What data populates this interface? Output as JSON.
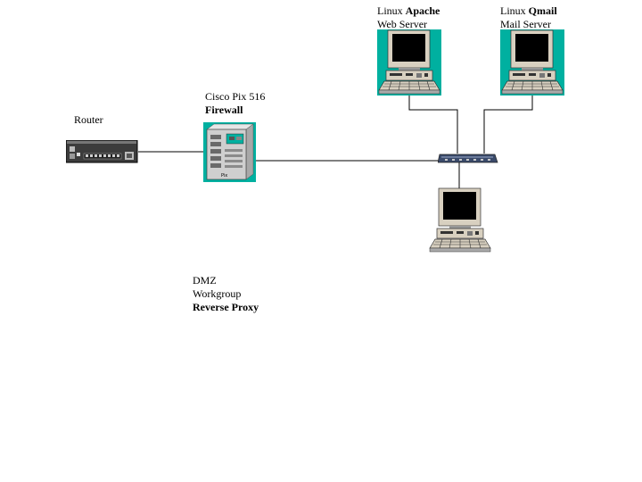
{
  "router": {
    "label": "Router"
  },
  "firewall": {
    "line1": "Cisco Pix 516",
    "line2": "Firewall",
    "badge": "Pix"
  },
  "web_server": {
    "line1_prefix": "Linux ",
    "line1_bold": "Apache",
    "line2": "Web Server"
  },
  "mail_server": {
    "line1_prefix": "Linux ",
    "line1_bold": "Qmail",
    "line2": "Mail Server"
  },
  "dmz": {
    "line1": "DMZ",
    "line2": "Workgroup",
    "line3": "Reverse Proxy"
  },
  "colors": {
    "teal": "#00b0a0",
    "router_body": "#4a4a4a",
    "computer_beige": "#d8d0c0",
    "screen": "#000000",
    "wire": "#000000",
    "hub": "#3a4a6a"
  },
  "icons": [
    "router-icon",
    "firewall-icon",
    "computer-icon",
    "hub-icon"
  ]
}
